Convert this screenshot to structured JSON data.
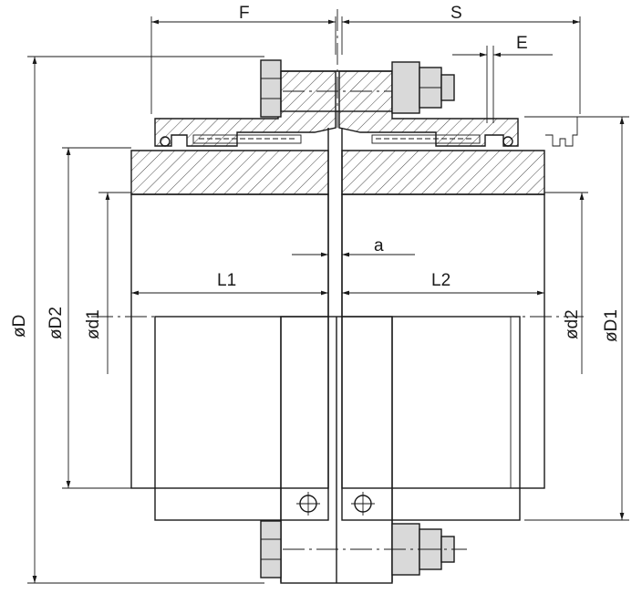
{
  "labels": {
    "F": "F",
    "S": "S",
    "E": "E",
    "a": "a",
    "L1": "L1",
    "L2": "L2",
    "D": "øD",
    "D2": "øD2",
    "d1": "ød1",
    "d2": "ød2",
    "D1": "øD1"
  }
}
